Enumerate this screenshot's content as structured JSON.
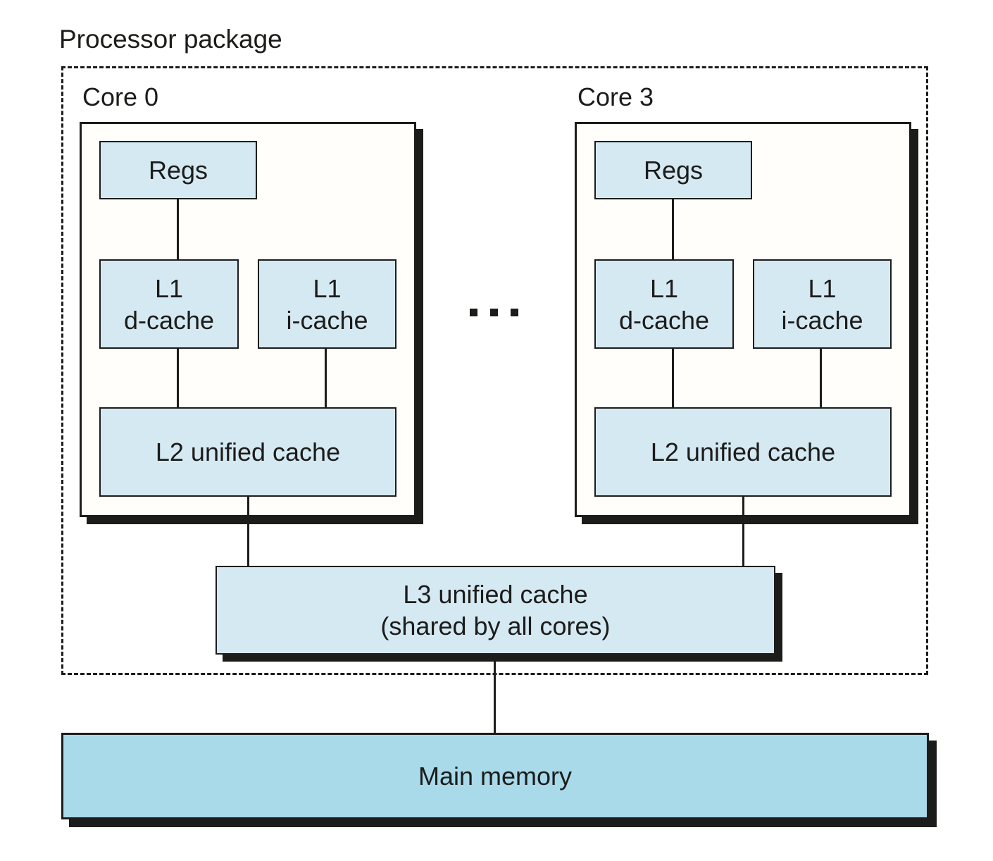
{
  "header": {
    "title": "Processor package"
  },
  "cores": [
    {
      "label": "Core 0",
      "regs_label": "Regs",
      "l1d_line1": "L1",
      "l1d_line2": "d-cache",
      "l1i_line1": "L1",
      "l1i_line2": "i-cache",
      "l2_label": "L2 unified cache"
    },
    {
      "label": "Core 3",
      "regs_label": "Regs",
      "l1d_line1": "L1",
      "l1d_line2": "d-cache",
      "l1i_line1": "L1",
      "l1i_line2": "i-cache",
      "l2_label": "L2 unified cache"
    }
  ],
  "ellipsis": "...",
  "l3": {
    "line1": "L3 unified cache",
    "line2": "(shared by all cores)"
  },
  "memory": {
    "label": "Main memory"
  },
  "colors": {
    "cache_fill": "#d5e9f3",
    "memory_fill": "#a8daea",
    "core_fill": "#fffefa",
    "ink": "#1c1c1a"
  }
}
